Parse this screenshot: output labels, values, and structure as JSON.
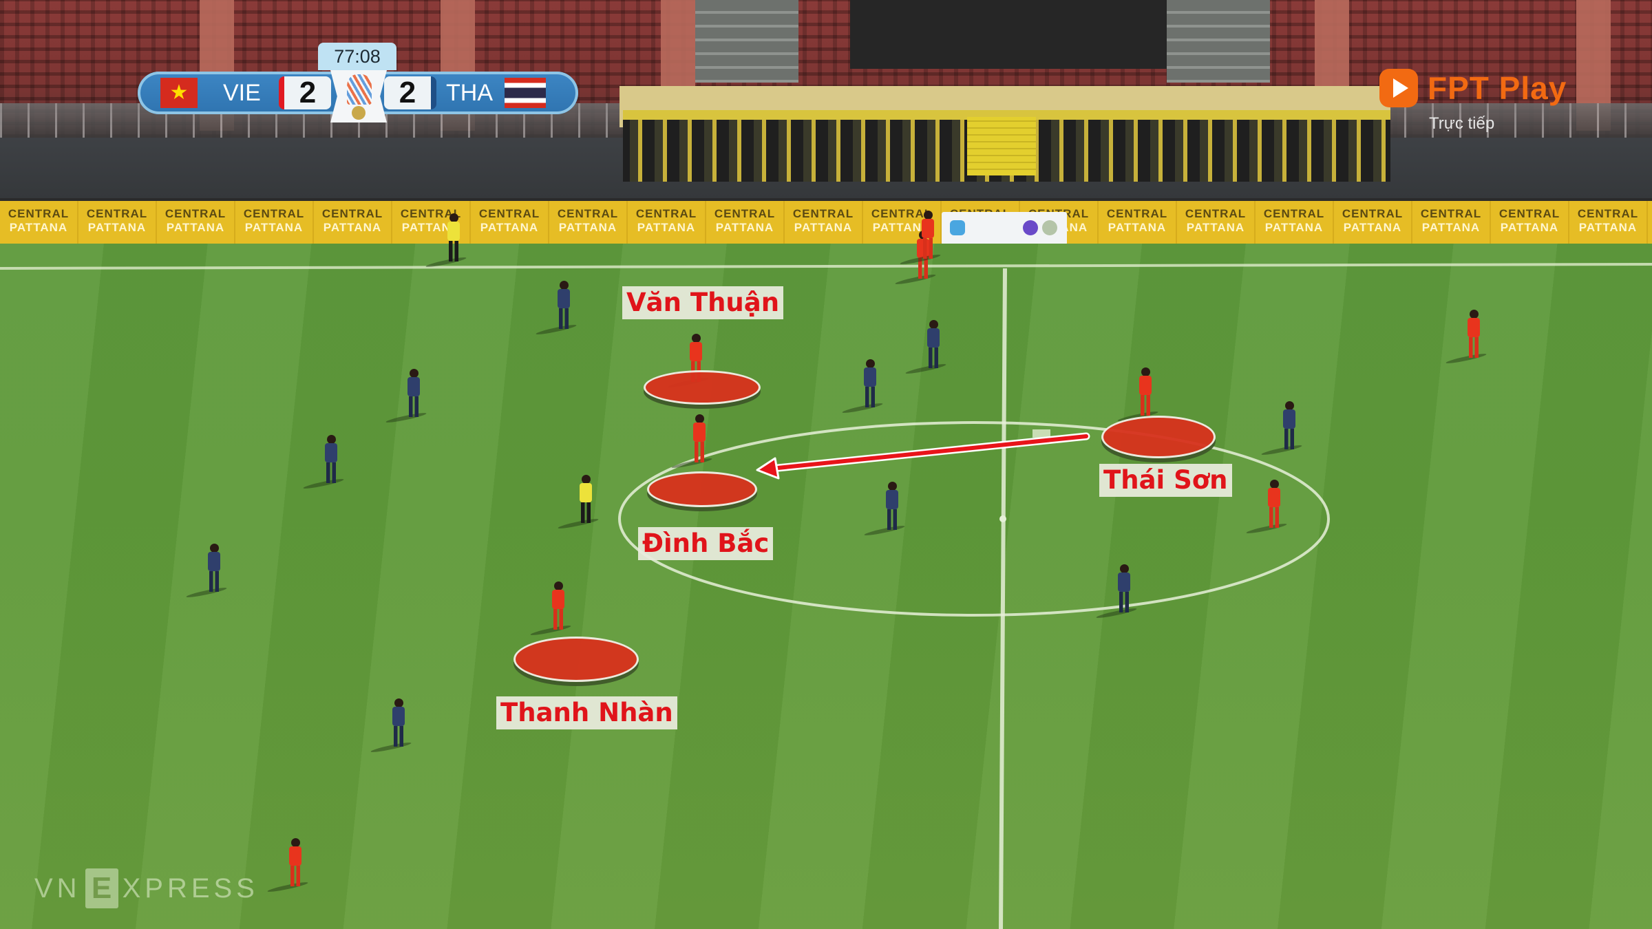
{
  "broadcast": {
    "clock": "77:08",
    "home_team": {
      "code": "VIE",
      "score": "2",
      "flag": "vietnam-flag",
      "flag_star": "★"
    },
    "away_team": {
      "code": "THA",
      "score": "2",
      "flag": "thailand-flag"
    },
    "broadcaster": {
      "name": "FPT Play",
      "status": "Trực tiếp",
      "color": "#f26a12"
    }
  },
  "advertising": {
    "board_line1": "CENTRAL",
    "board_line2": "PATTANA",
    "board_count": 21,
    "board_color": "#e6bd25"
  },
  "annotations": {
    "players": [
      {
        "name": "Văn Thuận"
      },
      {
        "name": "Đình Bắc"
      },
      {
        "name": "Thái Sơn"
      },
      {
        "name": "Thanh Nhàn"
      }
    ],
    "pass_arrow": {
      "from": "Thái Sơn",
      "to": "Đình Bắc",
      "color": "#e8141a"
    },
    "highlight_color": "#d8321d"
  },
  "watermark": {
    "prefix": "VN",
    "box_letter": "E",
    "suffix": "XPRESS"
  }
}
